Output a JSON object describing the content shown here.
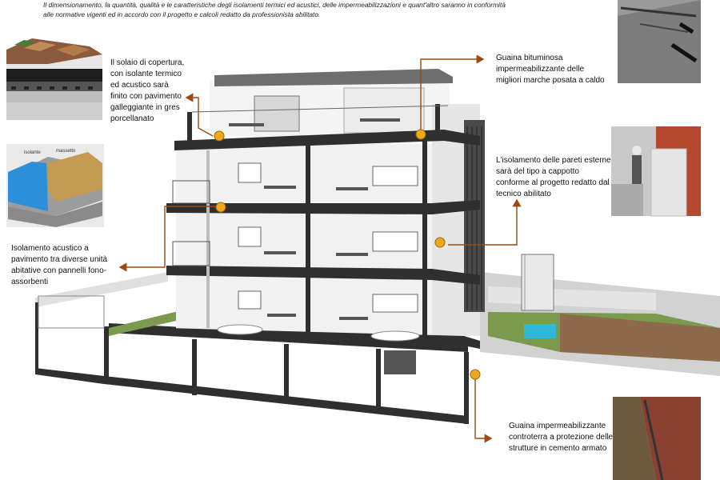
{
  "intro": {
    "line1": "Il dimensionamento, la quantità, qualità  e le caratteristiche degli isolamenti termici ed acustici, delle impermeabilizzazioni e quant'altro saranno in conformità",
    "line2": "alle normative vigenti ed in accordo con il progetto e calcoli redatto da professionista abilitato."
  },
  "annotations": {
    "solaio": [
      "Il solaio di copertura,",
      "con isolante termico",
      "ed acustico sarà",
      "finito con pavimento",
      "galleggiante in gres",
      "porcellanato"
    ],
    "acustico": [
      "Isolamento acustico a",
      "pavimento  tra diverse unità",
      "abitative con pannelli fono-",
      "assorbenti"
    ],
    "guaina_bituminosa": [
      "Guaina bituminosa",
      "impermeabilizzante  delle",
      "migliori marche posata a caldo"
    ],
    "pareti": [
      "L'isolamento delle pareti esterne",
      "sarà del tipo a cappotto",
      "conforme al progetto redatto dal",
      "tecnico abilitato"
    ],
    "controterra": [
      "Guaina impermeabilizzante",
      "controterra a protezione delle",
      "strutture in cemento armato"
    ]
  },
  "thumb_labels": {
    "layer_a": "isolante",
    "layer_b": "massetto"
  },
  "colors": {
    "marker": "#f0a81c",
    "marker_stroke": "#9a6a00",
    "arrow": "#9a4a12",
    "slab": "#2f2f2f",
    "grass": "#7b9a4e",
    "ground": "#8e6a4c",
    "pool": "#2fb8d8"
  }
}
